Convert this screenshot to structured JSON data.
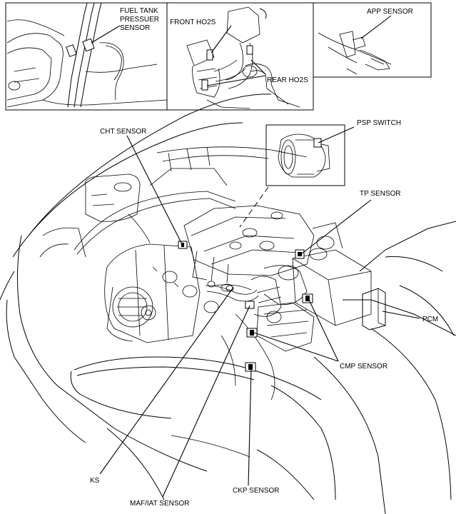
{
  "labels": {
    "fuel_tank": [
      "FUEL TANK",
      "PRESSUER",
      "SENSOR"
    ],
    "front_ho2s": "FRONT HO2S",
    "rear_ho2s": "REAR HO2S",
    "app_sensor": "APP SENSOR",
    "cht_sensor": "CHT SENSOR",
    "psp_switch": "PSP SWITCH",
    "tp_sensor": "TP SENSOR",
    "pcm": "PCM",
    "cmp_sensor": "CMP SENSOR",
    "ks": "KS",
    "maf_iat_sensor": "MAF/IAT SENSOR",
    "ckp_sensor": "CKP SENSOR"
  }
}
